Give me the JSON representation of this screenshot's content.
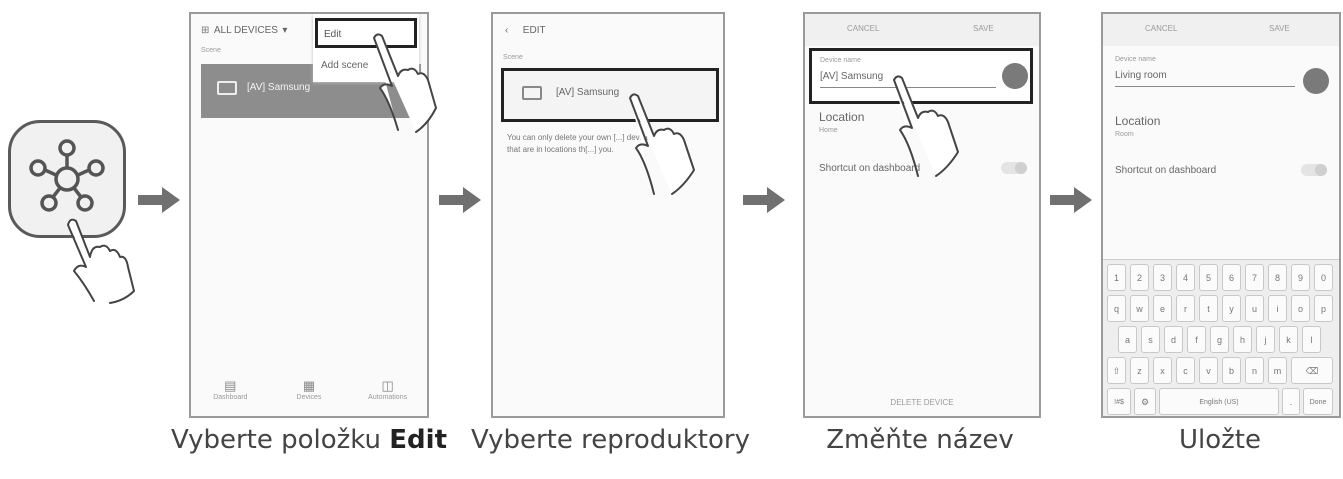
{
  "app_icon": {
    "icon": "smartthings-icon"
  },
  "screen1": {
    "header_title": "ALL DEVICES",
    "menu": [
      "Edit",
      "Add scene"
    ],
    "section_label": "Scene",
    "device_name": "[AV] Samsung",
    "nav": [
      "Dashboard",
      "Devices",
      "Automations"
    ]
  },
  "screen2": {
    "title": "EDIT",
    "section_label": "Scene",
    "device_name": "[AV] Samsung",
    "note": "You can only delete your own [...] devices that are in locations th[...] you."
  },
  "screen3": {
    "cancel": "CANCEL",
    "save": "SAVE",
    "field_label": "Device name",
    "field_value": "[AV] Samsung",
    "location_label": "Location",
    "location_value": "Home",
    "shortcut_label": "Shortcut on dashboard",
    "delete_label": "DELETE DEVICE"
  },
  "screen4": {
    "cancel": "CANCEL",
    "save": "SAVE",
    "field_label": "Device name",
    "field_value": "Living room",
    "location_label": "Location",
    "location_value": "Room",
    "shortcut_label": "Shortcut on dashboard",
    "keyboard": {
      "row1": [
        "1",
        "2",
        "3",
        "4",
        "5",
        "6",
        "7",
        "8",
        "9",
        "0"
      ],
      "row2": [
        "q",
        "w",
        "e",
        "r",
        "t",
        "y",
        "u",
        "i",
        "o",
        "p"
      ],
      "row3": [
        "a",
        "s",
        "d",
        "f",
        "g",
        "h",
        "j",
        "k",
        "l"
      ],
      "row4": [
        "⇧",
        "z",
        "x",
        "c",
        "v",
        "b",
        "n",
        "m",
        "⌫"
      ],
      "bottom": {
        "sym": "!#$",
        "settings": "⚙",
        "space": "English (US)",
        "period": ".",
        "done": "Done"
      }
    }
  },
  "captions": {
    "step1_prefix": "Vyberte položku ",
    "step1_bold": "Edit",
    "step2": "Vyberte reproduktory",
    "step3": "Změňte název",
    "step4": "Uložte"
  }
}
